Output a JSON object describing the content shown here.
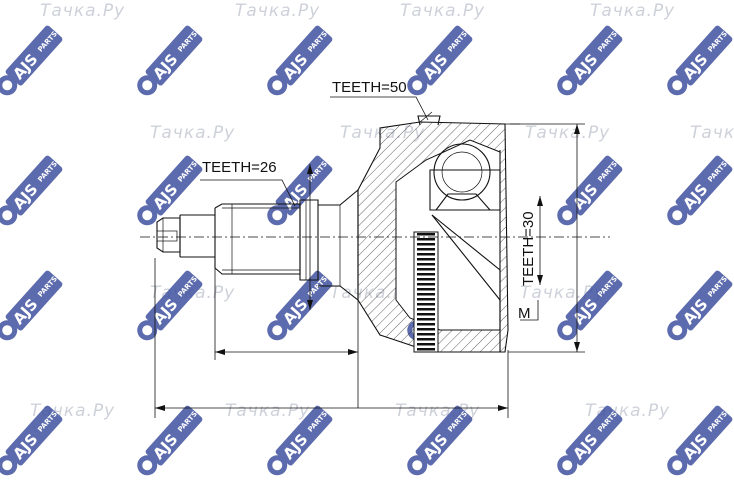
{
  "labels": {
    "teeth_outer": "TEETH=50",
    "teeth_inner": "TEETH=26",
    "teeth_side": "TEETH=30",
    "thread": "M"
  },
  "watermark": {
    "site_text": "Тачка.Ру",
    "brand_text": "AJS",
    "brand_sub": "PARTS",
    "brand_color": "#2b3f95"
  }
}
